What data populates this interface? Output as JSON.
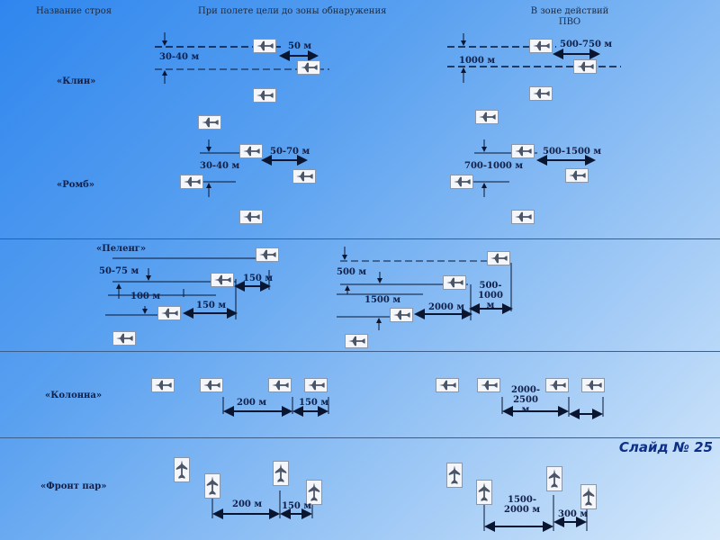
{
  "header": {
    "col1": "Название строя",
    "col2": "При полете цели до зоны обнаружения",
    "col3": "В зоне действий ПВО"
  },
  "slide_label": "Слайд № 25",
  "formations": [
    {
      "name": "«Клин»",
      "left": {
        "dims": [
          "50 м",
          "30-40 м"
        ]
      },
      "right": {
        "dims": [
          "500-750 м",
          "1000 м"
        ]
      }
    },
    {
      "name": "«Ромб»",
      "left": {
        "dims": [
          "50-70 м",
          "30-40 м"
        ]
      },
      "right": {
        "dims": [
          "500-1500 м",
          "700-1000 м"
        ]
      }
    },
    {
      "name": "«Пеленг»",
      "left": {
        "dims": [
          "50-75 м",
          "150 м",
          "100 м",
          "150 м"
        ]
      },
      "right": {
        "dims": [
          "500 м",
          "1500 м",
          "500-1000 м",
          "2000 м"
        ]
      }
    },
    {
      "name": "«Колонна»",
      "left": {
        "dims": [
          "200 м",
          "150 м"
        ]
      },
      "right": {
        "dims": [
          "2000-2500 м"
        ]
      }
    },
    {
      "name": "«Фронт пар»",
      "left": {
        "dims": [
          "200 м",
          "150 м"
        ]
      },
      "right": {
        "dims": [
          "1500-2000 м",
          "300 м"
        ]
      }
    }
  ],
  "icons": {
    "aircraft": "aircraft-icon"
  },
  "colors": {
    "line": "#0a1530",
    "background_start": "#2f86ee",
    "background_end": "#d6e9fb",
    "title": "#0d2f86"
  }
}
